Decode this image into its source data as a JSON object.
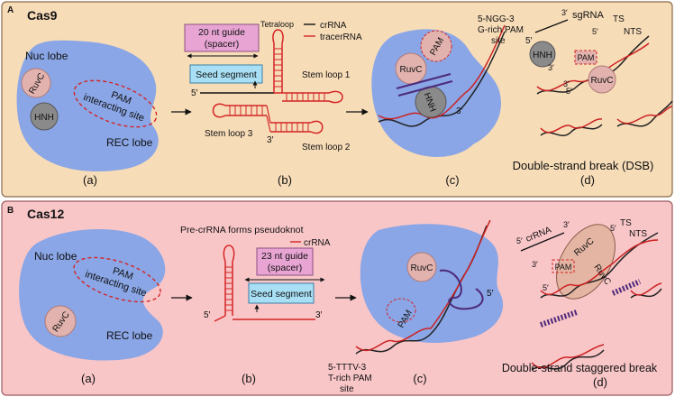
{
  "panel_a": {
    "letter": "A",
    "title": "Cas9",
    "colors": {
      "bg": "#f7dcb8",
      "border": "#8a6a4a",
      "protein": "#8aa6e6",
      "crrna": "#111111",
      "tracrrna": "#d42525"
    },
    "a": {
      "nuc_lobe": "Nuc lobe",
      "ruvc": "RuvC",
      "pam_line1": "PAM",
      "pam_line2": "interacting site",
      "hnh": "HNH",
      "rec_lobe": "REC lobe",
      "caption": "(a)"
    },
    "b": {
      "guide_line1": "20 nt guide",
      "guide_line2": "(spacer)",
      "tetraloop": "Tetraloop",
      "legend_crrna": "crRNA",
      "legend_tracrrna": "tracerRNA",
      "seed": "Seed segment",
      "five_prime": "5′",
      "three_prime": "3′",
      "stem1": "Stem loop 1",
      "stem2": "Stem loop 2",
      "stem3": "Stem loop 3",
      "caption": "(b)"
    },
    "c": {
      "ruvc": "RuvC",
      "pam": "PAM",
      "hnh": "HNH",
      "three_prime": "3′",
      "pam_site_line1": "5-NGG-3",
      "pam_site_line2": "G-rich PAM",
      "pam_site_line3": "site",
      "caption": "(c)"
    },
    "d": {
      "sgrna": "sgRNA",
      "three_a": "3′",
      "five_a": "5′",
      "hnh": "HNH",
      "ts": "TS",
      "nts": "NTS",
      "three_b": "3′",
      "five_b": "5′",
      "pam": "PAM",
      "ruvc": "RuvC",
      "three_c": "3′",
      "five_c": "5′",
      "dsb": "Double-strand break (DSB)",
      "caption": "(d)"
    }
  },
  "panel_b": {
    "letter": "B",
    "title": "Cas12",
    "colors": {
      "bg": "#f9c6c8",
      "border": "#9a5a5e",
      "protein": "#8aa6e6",
      "crrna": "#d42525"
    },
    "a": {
      "nuc_lobe": "Nuc lobe",
      "pam_line1": "PAM",
      "pam_line2": "interacting site",
      "ruvc": "RuvC",
      "rec_lobe": "REC lobe",
      "caption": "(a)"
    },
    "b": {
      "pseudoknot": "Pre-crRNA forms pseudoknot",
      "legend_crrna": "crRNA",
      "guide_line1": "23 nt guide",
      "guide_line2": "(spacer)",
      "seed": "Seed segment",
      "five_prime": "5′",
      "three_prime": "3′",
      "caption": "(b)"
    },
    "c": {
      "ruvc": "RuvC",
      "pam": "PAM",
      "five_prime": "5′",
      "pam_site_line1": "5-TTTV-3",
      "pam_site_line2": "T-rich PAM",
      "pam_site_line3": "site",
      "caption": "(c)"
    },
    "d": {
      "crrna": "crRNA",
      "five_a": "5′",
      "three_a": "3′",
      "five_b": "5′",
      "ts": "TS",
      "nts": "NTS",
      "ruvc_top": "RuvC",
      "pam": "PAM",
      "ruvc_bottom": "RuvC",
      "three_b": "3′",
      "five_c": "5′",
      "dsb": "Double-strand staggered break",
      "caption": "(d)"
    }
  }
}
